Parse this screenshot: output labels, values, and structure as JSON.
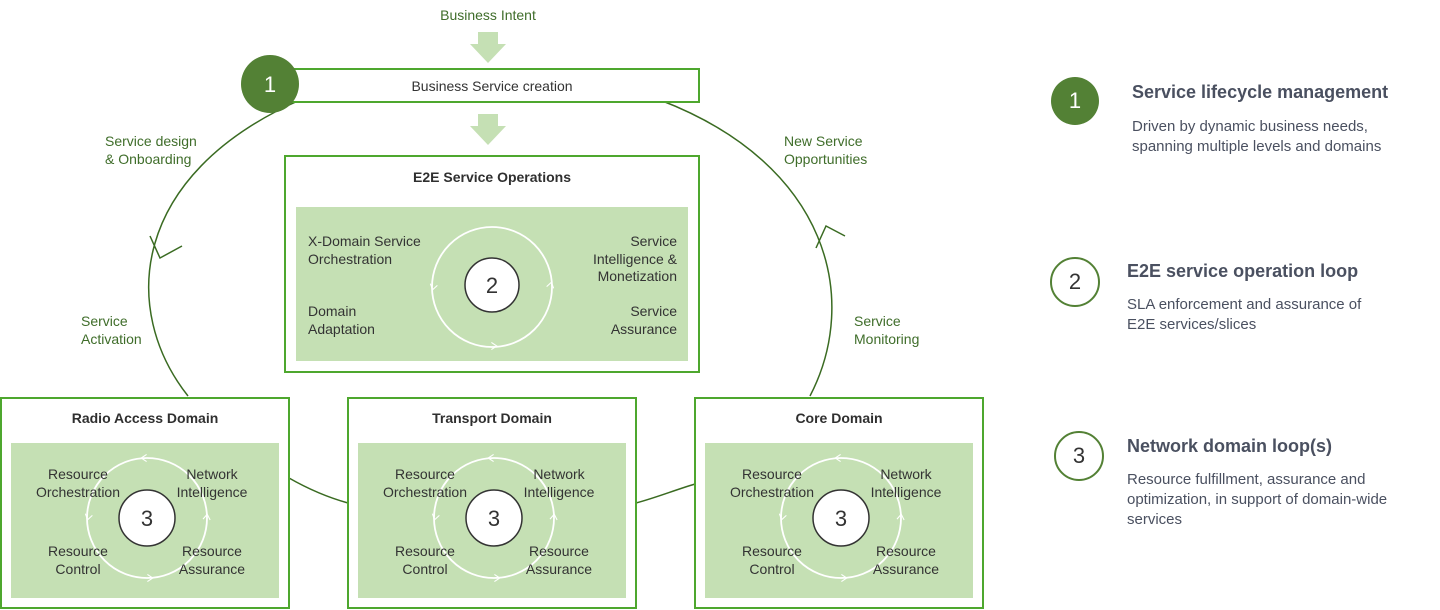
{
  "top": {
    "business_intent": "Business Intent",
    "business_service_creation": "Business Service creation",
    "loop1_number": "1"
  },
  "outer_labels": {
    "service_design": [
      "Service design",
      "& Onboarding"
    ],
    "new_service": [
      "New Service",
      "Opportunities"
    ],
    "service_activation": [
      "Service",
      "Activation"
    ],
    "service_monitoring": [
      "Service",
      "Monitoring"
    ]
  },
  "e2e": {
    "title": "E2E Service Operations",
    "loop_number": "2",
    "xdomain": [
      "X-Domain Service",
      "Orchestration"
    ],
    "domain_adaptation": [
      "Domain",
      "Adaptation"
    ],
    "intelligence": [
      "Service",
      "Intelligence &",
      "Monetization"
    ],
    "assurance": [
      "Service",
      "Assurance"
    ]
  },
  "domains": [
    {
      "title": "Radio Access Domain",
      "loop_number": "3",
      "orchestration": [
        "Resource",
        "Orchestration"
      ],
      "intelligence": [
        "Network",
        "Intelligence"
      ],
      "control": [
        "Resource",
        "Control"
      ],
      "assurance": [
        "Resource",
        "Assurance"
      ]
    },
    {
      "title": "Transport Domain",
      "loop_number": "3",
      "orchestration": [
        "Resource",
        "Orchestration"
      ],
      "intelligence": [
        "Network",
        "Intelligence"
      ],
      "control": [
        "Resource",
        "Control"
      ],
      "assurance": [
        "Resource",
        "Assurance"
      ]
    },
    {
      "title": "Core Domain",
      "loop_number": "3",
      "orchestration": [
        "Resource",
        "Orchestration"
      ],
      "intelligence": [
        "Network",
        "Intelligence"
      ],
      "control": [
        "Resource",
        "Control"
      ],
      "assurance": [
        "Resource",
        "Assurance"
      ]
    }
  ],
  "legend": [
    {
      "number": "1",
      "title": "Service lifecycle management",
      "description": "Driven by dynamic business needs,\nspanning multiple levels  and domains"
    },
    {
      "number": "2",
      "title": "E2E service operation loop",
      "description": "SLA enforcement and assurance of\nE2E services/slices"
    },
    {
      "number": "3",
      "title": "Network domain loop(s)",
      "description": "Resource fulfillment,  assurance and\noptimization,  in support of domain-wide\nservices"
    }
  ],
  "colors": {
    "dark_green": "#538135",
    "box_border": "#4ea72e",
    "light_green_fill": "#c5e0b4",
    "arrow_fill": "#c5e0b4",
    "text_green": "#3f6d2a"
  }
}
